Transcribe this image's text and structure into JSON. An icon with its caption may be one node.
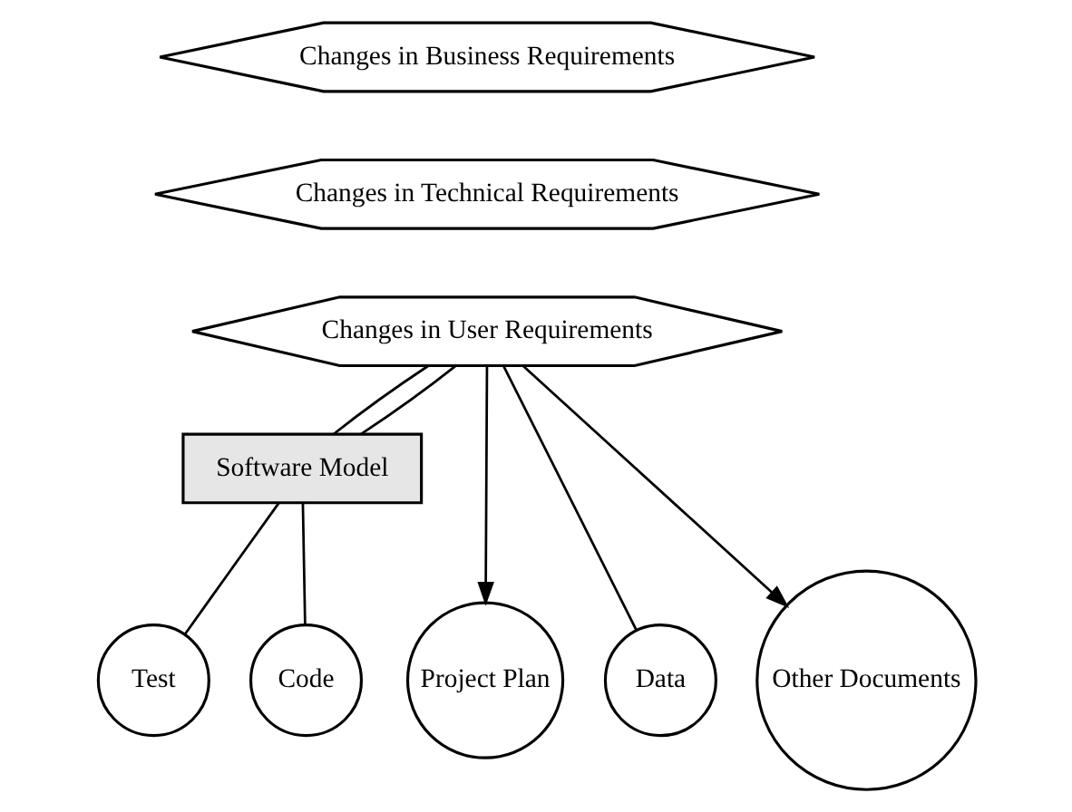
{
  "diagram": {
    "nodes": [
      {
        "text": [
          "Changes in Business Requirements"
        ]
      },
      {
        "text": [
          "Changes in Technical Requirements"
        ]
      },
      {
        "text": [
          "Changes in User Requirements"
        ]
      },
      {
        "text": [
          "Software Model"
        ]
      },
      {
        "text": [
          "Project Plan"
        ]
      },
      {
        "text": [
          "Test"
        ]
      },
      {
        "text": [
          "Code"
        ]
      },
      {
        "text": [
          "Data"
        ]
      },
      {
        "text": [
          "Other Documents"
        ]
      }
    ],
    "edges": [
      {
        "from": 2,
        "to": 4,
        "arrow": "to"
      },
      {
        "from": 2,
        "to": 3,
        "arrow": "none"
      },
      {
        "from": 2,
        "to": 3,
        "arrow": "none"
      },
      {
        "from": 3,
        "to": 5,
        "arrow": "none"
      },
      {
        "from": 3,
        "to": 6,
        "arrow": "none"
      },
      {
        "from": 2,
        "to": 7,
        "arrow": "none"
      },
      {
        "from": 2,
        "to": 8,
        "arrow": "to"
      }
    ]
  }
}
